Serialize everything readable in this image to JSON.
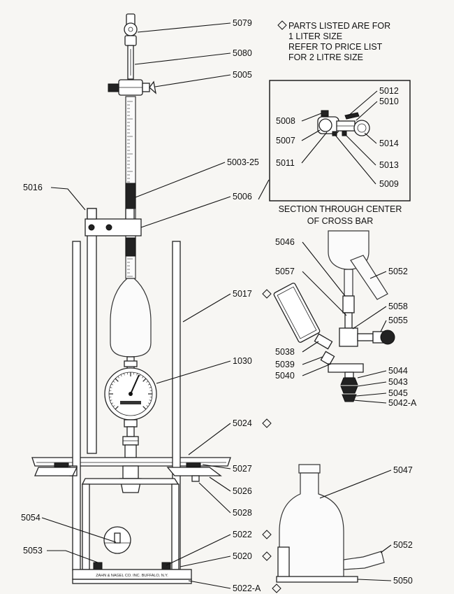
{
  "note": {
    "lines": [
      "PARTS LISTED ARE FOR",
      "1 LITER SIZE",
      "REFER TO PRICE LIST",
      "FOR 2 LITRE SIZE"
    ]
  },
  "inset": {
    "caption_lines": [
      "SECTION THROUGH CENTER",
      "OF CROSS BAR"
    ]
  },
  "base_stamp": "ZAHN & NAGEL CO. INC. BUFFALO, N.Y.",
  "parts": {
    "p5079": "5079",
    "p5080": "5080",
    "p5005": "5005",
    "p5003_25": "5003-25",
    "p5016": "5016",
    "p5006": "5006",
    "p5017": "5017",
    "p1030": "1030",
    "p5024": "5024",
    "p5027": "5027",
    "p5026": "5026",
    "p5028": "5028",
    "p5054": "5054",
    "p5053": "5053",
    "p5022": "5022",
    "p5020": "5020",
    "p5022A": "5022-A",
    "p5012": "5012",
    "p5010": "5010",
    "p5008": "5008",
    "p5007": "5007",
    "p5014": "5014",
    "p5011": "5011",
    "p5013": "5013",
    "p5009": "5009",
    "p5046": "5046",
    "p5057": "5057",
    "p5052a": "5052",
    "p5058": "5058",
    "p5055": "5055",
    "p5038": "5038",
    "p5039": "5039",
    "p5040": "5040",
    "p5044": "5044",
    "p5043": "5043",
    "p5045": "5045",
    "p5042A": "5042-A",
    "p5047": "5047",
    "p5052b": "5052",
    "p5050": "5050"
  }
}
